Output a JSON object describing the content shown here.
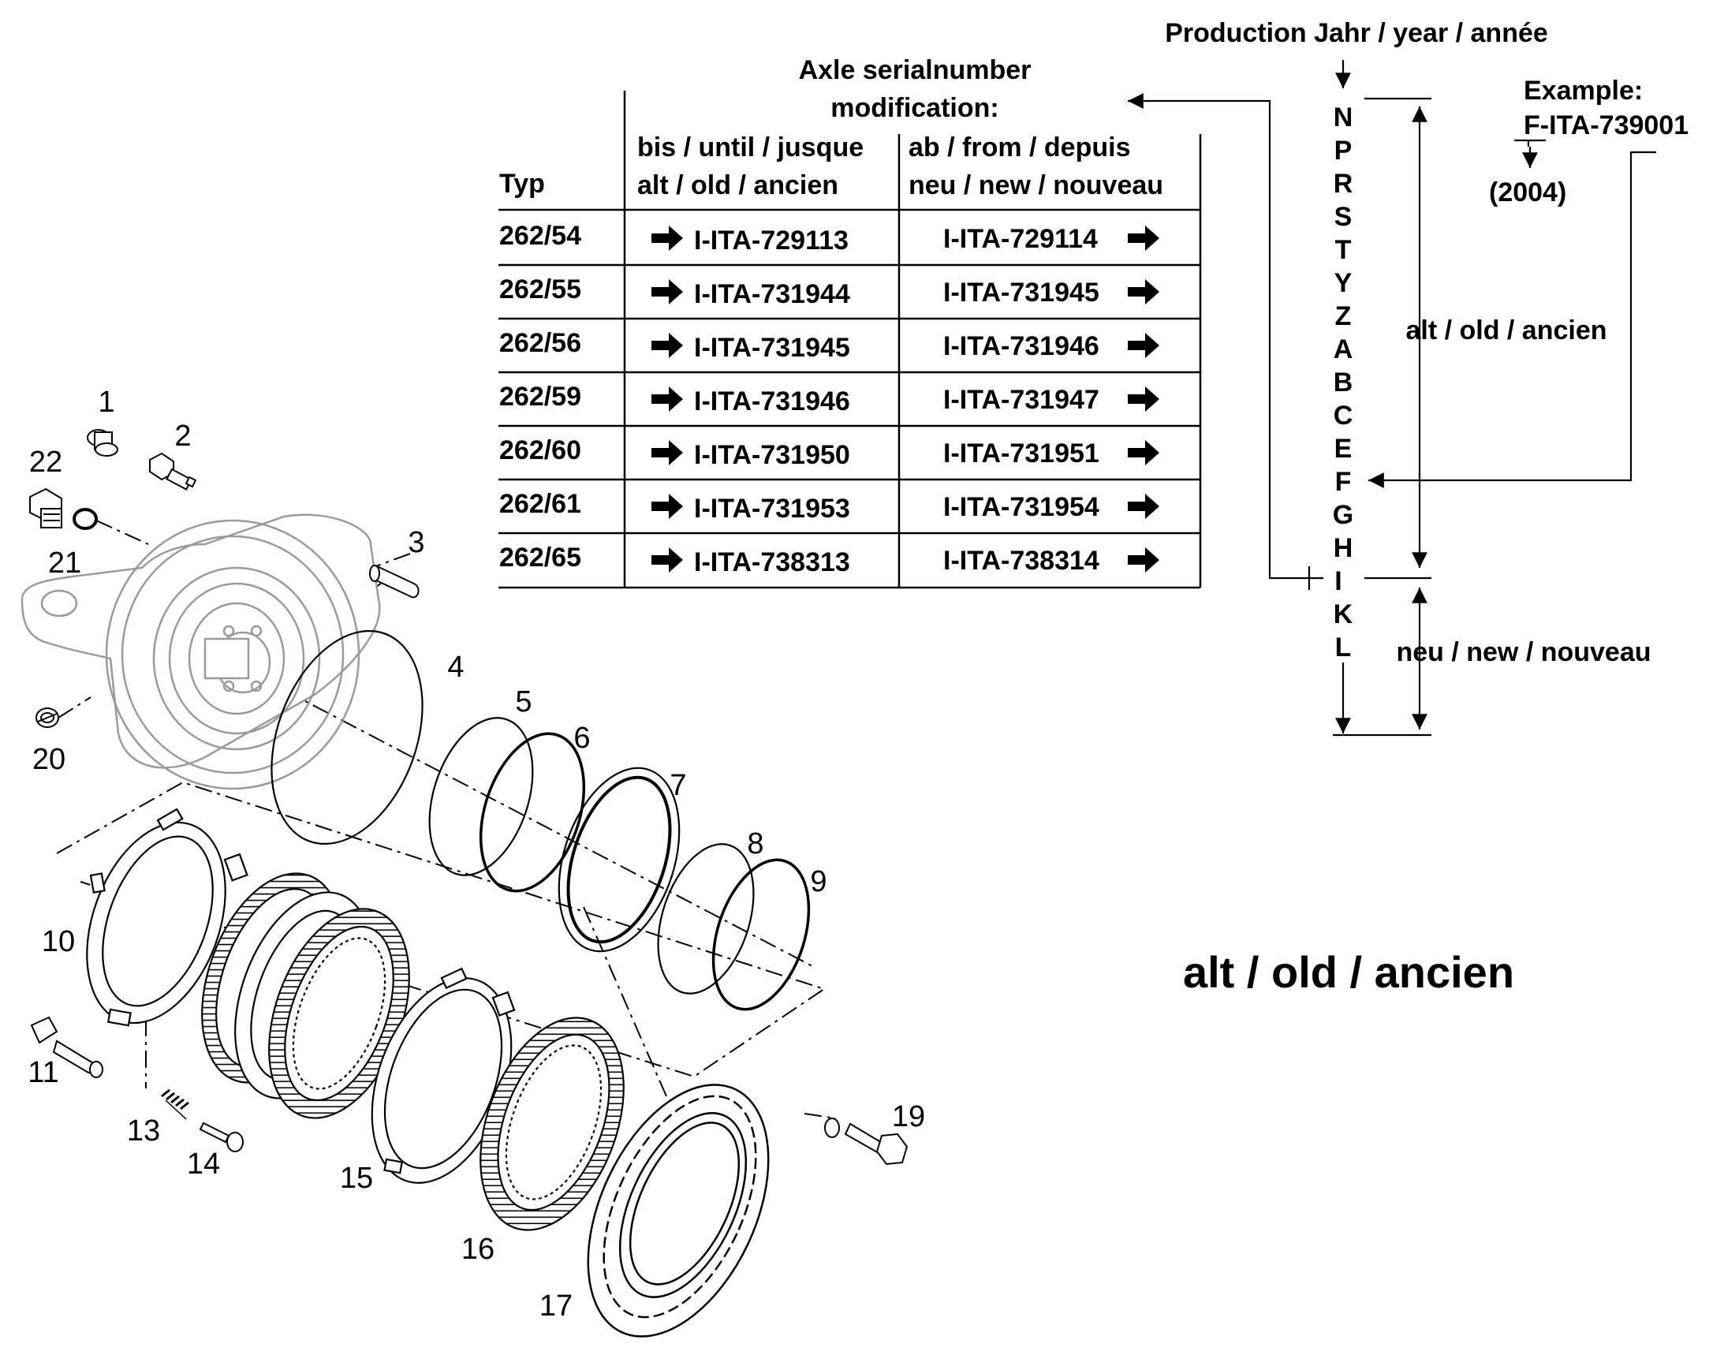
{
  "production_header": "Production Jahr / year / année",
  "table": {
    "title_line1": "Axle serialnumber",
    "title_line2": "modification:",
    "col_typ": "Typ",
    "col_until_line1": "bis / until / jusque",
    "col_until_line2": "alt / old / ancien",
    "col_from_line1": "ab / from / depuis",
    "col_from_line2": "neu / new / nouveau",
    "rows": [
      {
        "typ": "262/54",
        "until": "I-ITA-729113",
        "from": "I-ITA-729114"
      },
      {
        "typ": "262/55",
        "until": "I-ITA-731944",
        "from": "I-ITA-731945"
      },
      {
        "typ": "262/56",
        "until": "I-ITA-731945",
        "from": "I-ITA-731946"
      },
      {
        "typ": "262/59",
        "until": "I-ITA-731946",
        "from": "I-ITA-731947"
      },
      {
        "typ": "262/60",
        "until": "I-ITA-731950",
        "from": "I-ITA-731951"
      },
      {
        "typ": "262/61",
        "until": "I-ITA-731953",
        "from": "I-ITA-731954"
      },
      {
        "typ": "262/65",
        "until": "I-ITA-738313",
        "from": "I-ITA-738314"
      }
    ]
  },
  "year_letters": [
    "N",
    "P",
    "R",
    "S",
    "T",
    "Y",
    "Z",
    "A",
    "B",
    "C",
    "E",
    "F",
    "G",
    "H",
    "I",
    "K",
    "L"
  ],
  "example": {
    "label": "Example:",
    "code": "F-ITA-739001",
    "year": "(2004)"
  },
  "range_old_label": "alt / old / ancien",
  "range_new_label": "neu / new / nouveau",
  "caption": "alt / old / ancien",
  "part_numbers": [
    "1",
    "2",
    "3",
    "4",
    "5",
    "6",
    "7",
    "8",
    "9",
    "10",
    "11",
    "13",
    "14",
    "15",
    "16",
    "17",
    "19",
    "20",
    "21",
    "22"
  ]
}
